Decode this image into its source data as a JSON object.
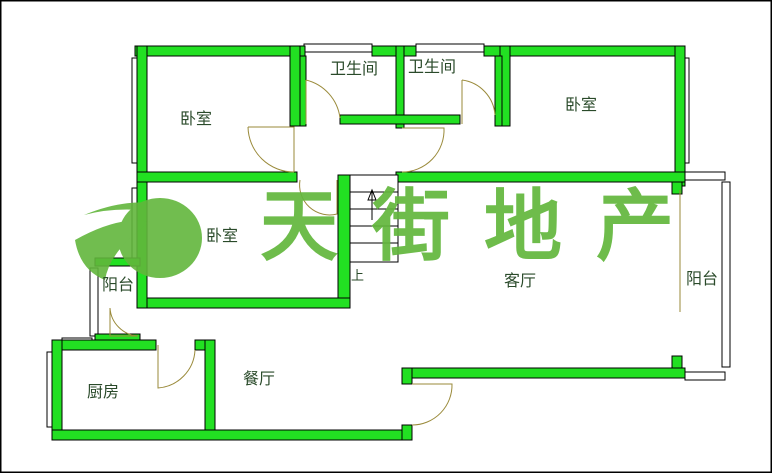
{
  "rooms": {
    "bedroom_top_left": "卧室",
    "bathroom_1": "卫生间",
    "bathroom_2": "卫生间",
    "bedroom_top_right": "卧室",
    "bedroom_middle": "卧室",
    "balcony_left": "阳台",
    "balcony_right": "阳台",
    "living_room": "客厅",
    "dining_room": "餐厅",
    "kitchen": "厨房"
  },
  "stairs_label": "上",
  "watermark": {
    "text": "天街地产",
    "color": "#62b63c"
  },
  "colors": {
    "wall": "#22e022",
    "door": "#9a8a3a",
    "label": "#2a4a2a"
  }
}
